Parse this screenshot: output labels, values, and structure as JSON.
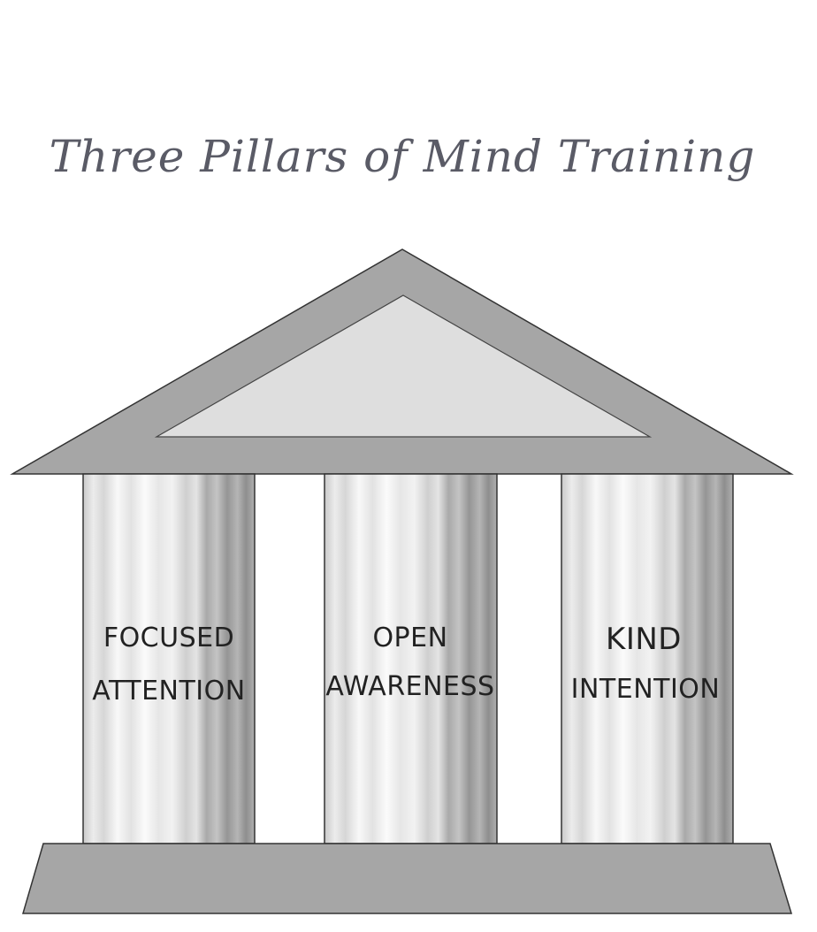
{
  "title": "Three Pillars of Mind Training",
  "pillars": [
    {
      "line1": "FOCUSED",
      "line2": "ATTENTION"
    },
    {
      "line1": "OPEN",
      "line2": "AWARENESS"
    },
    {
      "line1": "KIND",
      "line2": "INTENTION"
    }
  ],
  "colors": {
    "roof": "#a6a6a6",
    "pediment_inner": "#dedede",
    "base": "#a6a6a6",
    "outline": "#333333",
    "title": "#5a5b66"
  }
}
